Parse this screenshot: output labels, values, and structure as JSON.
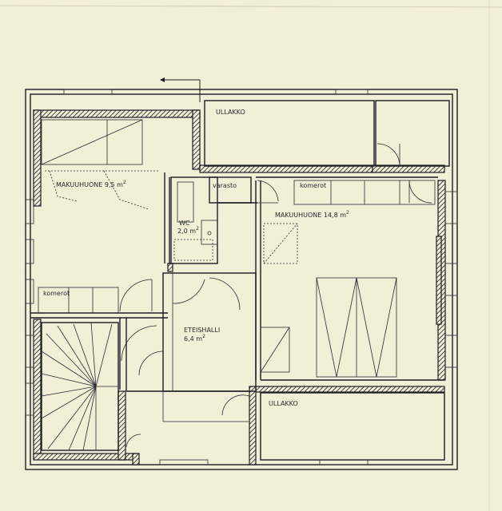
{
  "rooms": {
    "ullakko_top": "ULLAKKO",
    "makuuhuone_small": "MAKUUHUONE 9,5 m",
    "makuuhuone_small_sup": "2",
    "varasto": "varasto",
    "komerot_right": "komerot",
    "makuuhuone_large": "MAKUUHUONE 14,8 m",
    "makuuhuone_large_sup": "2",
    "wc_name": "WC",
    "wc_area": "2,0 m",
    "wc_area_sup": "2",
    "komerot_left": "komerot",
    "eteishalli_name": "ETEISHALLI",
    "eteishalli_area": "6,4 m",
    "eteishalli_area_sup": "2",
    "ullakko_bottom": "ULLAKKO"
  },
  "colors": {
    "paper": "#f3eed6",
    "ink": "#1c1c24"
  }
}
